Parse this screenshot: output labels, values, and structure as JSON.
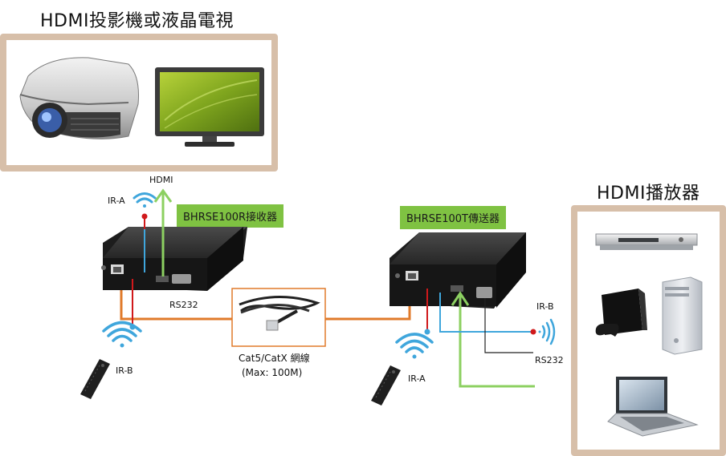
{
  "display_title": "HDMI投影機或液晶電視",
  "player_title": "HDMI播放器",
  "receiver_label": "BHRSE100R接收器",
  "transmitter_label": "BHRSE100T傳送器",
  "labels": {
    "hdmi": "HDMI",
    "ir_a_left": "IR-A",
    "ir_b_left": "IR-B",
    "rs232_left": "RS232",
    "ir_a_right": "IR-A",
    "ir_b_right": "IR-B",
    "rs232_right": "RS232",
    "cable_line1": "Cat5/CatX 網線",
    "cable_line2": "(Max: 100M)"
  },
  "colors": {
    "frame": "#d7bfa9",
    "label_bg": "#7fc242",
    "cat_cable": "#e07a2a",
    "ir_line": "#3fa6dc",
    "hdmi_line": "#8cd061",
    "ir_dot": "#d0191b"
  }
}
